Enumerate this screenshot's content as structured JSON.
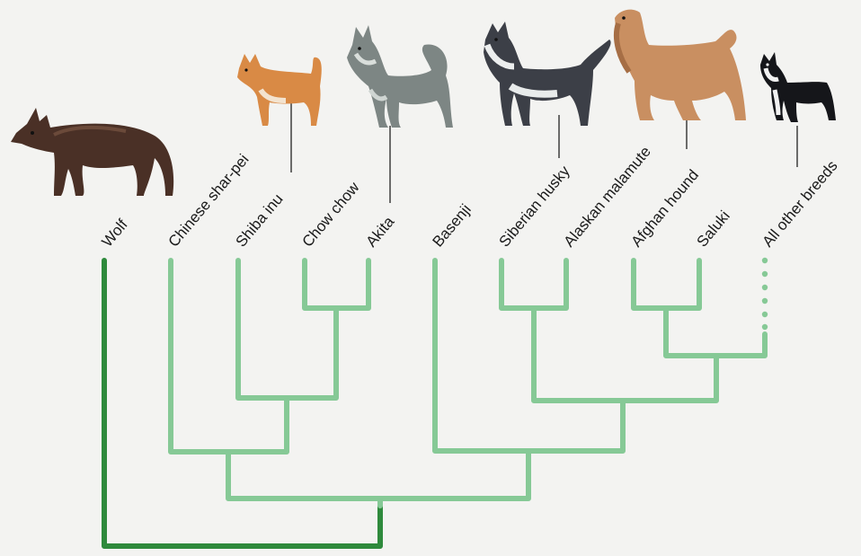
{
  "diagram": {
    "type": "phylogenetic-tree",
    "leaves": [
      {
        "id": "wolf",
        "label": "Wolf"
      },
      {
        "id": "shar-pei",
        "label": "Chinese shar-pei"
      },
      {
        "id": "shiba",
        "label": "Shiba inu"
      },
      {
        "id": "chow",
        "label": "Chow chow"
      },
      {
        "id": "akita",
        "label": "Akita"
      },
      {
        "id": "basenji",
        "label": "Basenji"
      },
      {
        "id": "husky",
        "label": "Siberian husky"
      },
      {
        "id": "malamute",
        "label": "Alaskan malamute"
      },
      {
        "id": "afghan",
        "label": "Afghan hound"
      },
      {
        "id": "saluki",
        "label": "Saluki"
      },
      {
        "id": "others",
        "label": "All other breeds"
      }
    ],
    "illustrated_breeds": [
      "wolf",
      "shiba",
      "akita",
      "husky",
      "afghan",
      "others"
    ],
    "colors": {
      "background": "#f3f3f1",
      "outgroup_branch": "#2e8a3c",
      "ingroup_branch": "#86c996",
      "leader_line": "#222222",
      "label": "#1a1a1a"
    }
  }
}
